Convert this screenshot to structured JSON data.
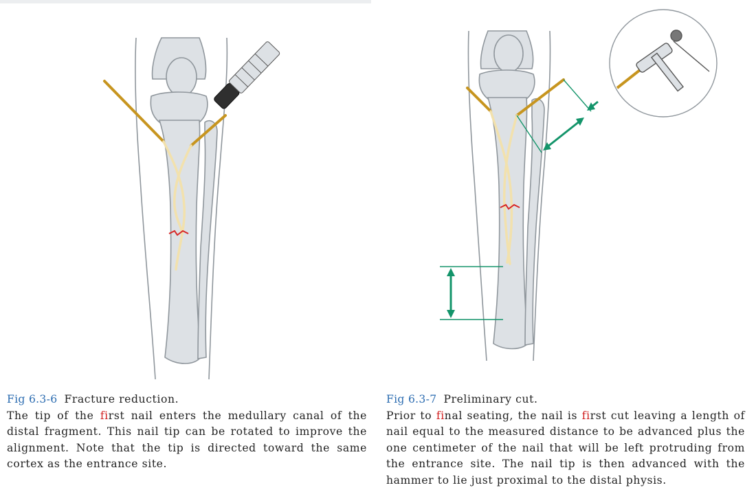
{
  "figures": [
    {
      "number": "Fig 6.3-6",
      "title": "Fracture reduction.",
      "body": "The tip of the first nail enters the medullary canal of the distal fragment. This nail tip can be rotated to improve the alignment. Note that the tip is directed toward the same cortex as the entrance site."
    },
    {
      "number": "Fig 6.3-7",
      "title": "Preliminary cut.",
      "body": "Prior to final seating, the nail is first cut leaving a length of nail equal to the measured distance to be advanced plus the one centimeter of the nail that will be left protruding from the entrance site. The nail tip is then advanced with the hammer to lie just proximal to the distal physis."
    }
  ],
  "colors": {
    "bone": "#dde1e5",
    "bone_outline": "#8f969c",
    "nail": "#c7951f",
    "nail_light": "#f2e1ad",
    "fracture": "#d72424",
    "measure": "#13946a",
    "caption_number": "#2a6bb0",
    "highlight_letters": "#d01c1c"
  },
  "icons": [
    "drill-instrument-icon",
    "cutter-instrument-icon"
  ]
}
